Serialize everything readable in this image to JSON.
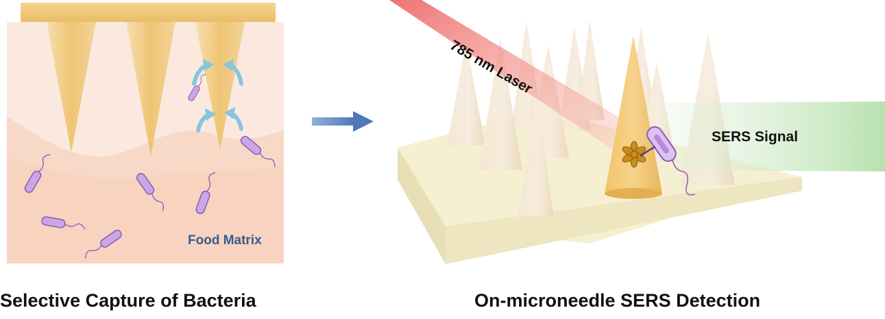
{
  "left_panel": {
    "matrix_label": "Food Matrix",
    "caption": "Selective Capture of Bacteria"
  },
  "right_panel": {
    "laser_label": "785 nm Laser",
    "signal_label": "SERS Signal",
    "caption": "On-microneedle SERS Detection"
  },
  "colors": {
    "needle": "#f0c777",
    "matrix": "#f9dccb",
    "bacteria": "#b98ad9",
    "arrow": "#5f87c2",
    "capture_arrow": "#8ccbe0",
    "laser": "#f07a78",
    "signal": "#b9e3b1",
    "label_text": "#3a5a8c"
  },
  "icons": {
    "bacterium": "rod-bacterium-icon",
    "capture": "curved-arrow-icon",
    "process": "right-arrow-icon",
    "nanoparticle": "gold-nanoflower-icon"
  }
}
